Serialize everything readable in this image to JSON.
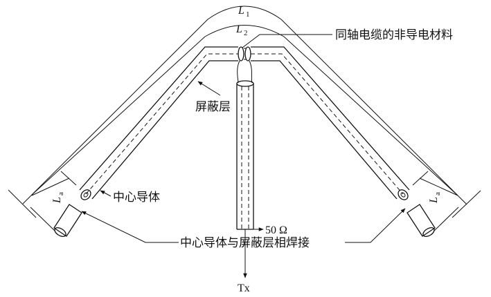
{
  "labels": {
    "l1": "L",
    "l1_sub": "1",
    "l2": "L",
    "l2_sub": "2",
    "la": "L",
    "la_sub": "a",
    "nonconductor": "同轴电缆的非导电材料",
    "shield": "屏蔽层",
    "center_conductor": "中心导体",
    "impedance": "50 Ω",
    "weld": "中心导体与屏蔽层相焊接",
    "tx": "Tx"
  }
}
